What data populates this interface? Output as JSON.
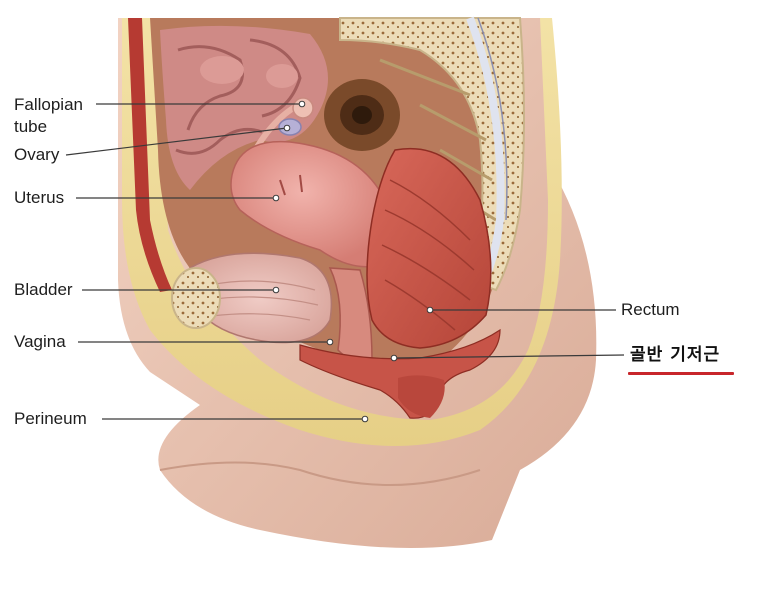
{
  "labels": {
    "fallopian_line1": "Fallopian",
    "fallopian_line2": "tube",
    "ovary": "Ovary",
    "uterus": "Uterus",
    "bladder": "Bladder",
    "vagina": "Vagina",
    "perineum": "Perineum",
    "rectum": "Rectum",
    "pelvic_floor_ko": "골반 기저근"
  },
  "colors": {
    "leader_line": "#3a3a3a",
    "highlight_underline": "#c8262b",
    "skin": "#eac7b4",
    "fat_tissue": "#f0dc9a",
    "muscle": "#c85a4c",
    "bone": "#eadcc0",
    "intestine": "#cf8a86",
    "bladder": "#e2b0a8"
  }
}
